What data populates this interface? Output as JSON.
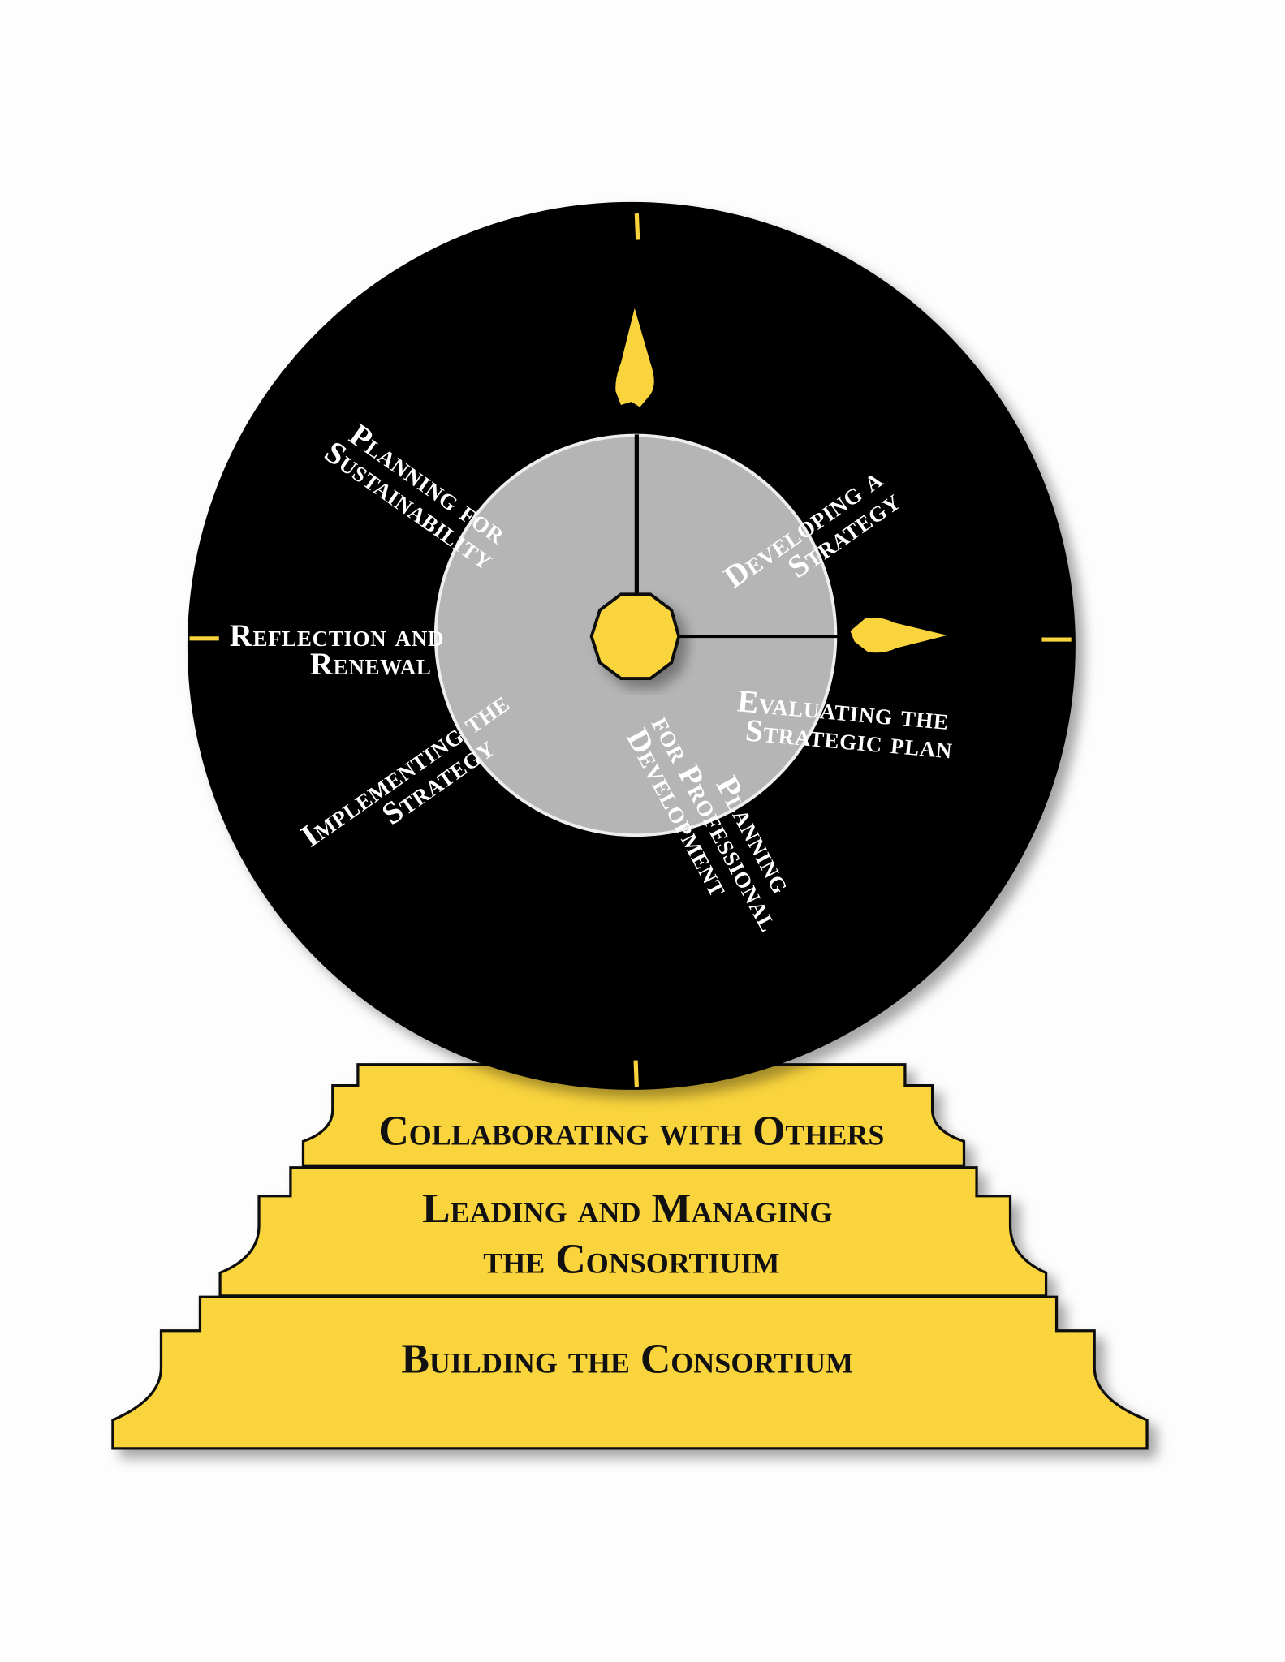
{
  "colors": {
    "face": "#000000",
    "inner": "#b5b5b5",
    "accent": "#f9d43c",
    "outline": "#111111"
  },
  "wheel_labels": {
    "planning_sustainability": [
      "Planning for",
      "Sustainability"
    ],
    "developing_strategy": [
      "Developing a",
      "Strategy"
    ],
    "reflection_renewal": [
      "Reflection and",
      "Renewal"
    ],
    "evaluating_plan": [
      "Evaluating  the",
      "Strategic plan"
    ],
    "implementing_strategy": [
      "Implementing the",
      "Strategy"
    ],
    "professional_development": [
      "Planning",
      "for Professional",
      "Development"
    ]
  },
  "pedestal": {
    "top": [
      "Collaborating with Others"
    ],
    "middle": [
      "Leading and Managing",
      "the Consortiuim"
    ],
    "bottom": [
      "Building the Consortium"
    ]
  }
}
